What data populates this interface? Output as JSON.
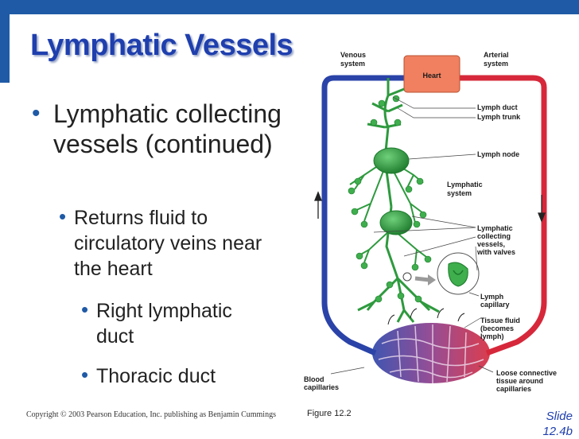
{
  "slide": {
    "title": "Lymphatic Vessels",
    "bullet1": "Lymphatic collecting vessels (continued)",
    "bullet2": "Returns fluid to circulatory veins near the heart",
    "bullet3a": "Right lymphatic duct",
    "bullet3b": "Thoracic duct",
    "copyright": "Copyright © 2003 Pearson Education, Inc. publishing as Benjamin Cummings",
    "figure_caption": "Figure 12.2",
    "slide_number": "Slide 12.4b",
    "bullet_glyph": "•"
  },
  "figure": {
    "labels": {
      "venous_1": "Venous",
      "venous_2": "system",
      "arterial_1": "Arterial",
      "arterial_2": "system",
      "heart": "Heart",
      "lymph_duct": "Lymph duct",
      "lymph_trunk": "Lymph trunk",
      "lymph_node": "Lymph node",
      "lymphatic_system_1": "Lymphatic",
      "lymphatic_system_2": "system",
      "collecting_1": "Lymphatic",
      "collecting_2": "collecting",
      "collecting_3": "vessels,",
      "collecting_4": "with valves",
      "capillary_1": "Lymph",
      "capillary_2": "capillary",
      "tissue_1": "Tissue fluid",
      "tissue_2": "(becomes",
      "tissue_3": "lymph)",
      "blood_cap_1": "Blood",
      "blood_cap_2": "capillaries",
      "loose_1": "Loose connective",
      "loose_2": "tissue around",
      "loose_3": "capillaries"
    },
    "colors": {
      "vein": "#2a43a8",
      "artery": "#d6283a",
      "heart": "#f08060",
      "lymph": "#2e9a3e"
    }
  }
}
